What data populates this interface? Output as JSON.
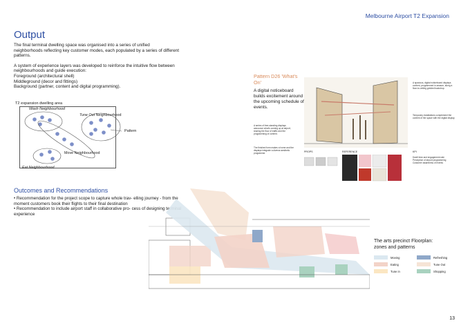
{
  "header": {
    "title": "Melbourne Airport T2 Expansion"
  },
  "output": {
    "title": "Output",
    "para1": "The final terminal dwelling space was organised into a series of unified neighborhoods reflecting key customer modes, each populated by a series of different patterns.",
    "para2": "A system of experience layers was developed to reinforce the intuitive flow between neighbourhoods and guide execution:",
    "para3": "Foreground (architectural shell)",
    "para4": "Middleground (decor and fittings)",
    "para5": "Background (partner, content and digital programming)."
  },
  "diagram": {
    "label": "T2 expansion dwelling area",
    "wash": "Wash Neighbourhood",
    "tuneout_a": "Tune Out",
    "tuneout_b": " Neighbourhood",
    "pattern": "Pattern",
    "move": "Move Neighbourhood",
    "eat": "Eat Neighbourhood"
  },
  "outcomes": {
    "title": "Outcomes and Recommendations",
    "bullet1": "• Recommendation for the project scope to capture whole trav- elling journey - from the moment  customers book their flights to their final destination",
    "bullet2": "• Recommendation to include airport staff in collaborative pro- cess of designing terminal experience"
  },
  "pattern": {
    "title": "Pattern D26 'What's On'",
    "desc": "A digital noticeboard builds excitement around the upcoming schedule of events.",
    "note1": "A series of free-standing displays announce what's coming up at airport, sharing the flow of traffic and the programming of content.",
    "note2": "The finished form makes a home and the displays integrate a diverse aesthetic programme.",
    "note3": "A spacious, digital noticeboard displays content, programmed in-season, along a floor-to-ceiling gridded backdrop.",
    "note4": "Temporary installations complement the content of the space with the digital display.",
    "col_props": "PROPS",
    "col_reference": "REFERENCE",
    "col_kpi": "KPI",
    "kpi1": "Dwell time and engagement rate",
    "kpi2": "Perception of airport programming",
    "kpi3": "Customer awareness of events"
  },
  "plan": {
    "title_line1": "The arts precinct Floorplan:",
    "title_line2": "zones and patterns",
    "legend": [
      {
        "label": "Moving",
        "color": "#dbe8f0"
      },
      {
        "label": "Refreshing",
        "color": "#8fa8c9"
      },
      {
        "label": "Eating",
        "color": "#f3d3c8"
      },
      {
        "label": "Tune Out",
        "color": "#f6e4d6"
      },
      {
        "label": "Tune in",
        "color": "#fbe6c2"
      },
      {
        "label": "Shopping",
        "color": "#a9d2bf"
      }
    ]
  },
  "page": {
    "number": "13"
  }
}
